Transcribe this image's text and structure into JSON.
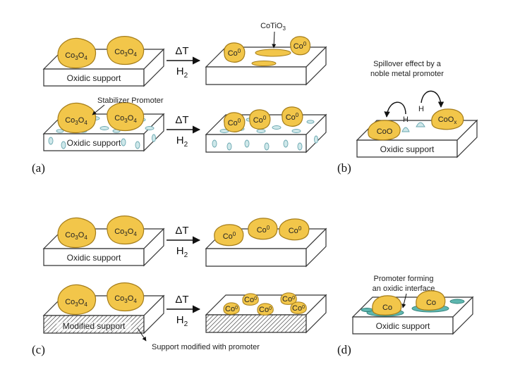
{
  "colors": {
    "particle_fill": "#f2c64a",
    "particle_stroke": "#a57d1a",
    "promoter_fill": "#cfe8ea",
    "promoter_stroke": "#6aa7b0",
    "interface_fill": "#5fb7b0",
    "support_stroke": "#333333"
  },
  "arrow": {
    "delta": "ΔT",
    "h": "H",
    "sub": "2"
  },
  "species": {
    "co3o4_main": "Co",
    "co3o4_sub1": "3",
    "co3o4_o": "O",
    "co3o4_sub2": "4",
    "co0_main": "Co",
    "co0_sup": "0",
    "coo": "CoO",
    "coox_main": "CoO",
    "coox_sub": "x",
    "co": "Co",
    "hydrogen": "H"
  },
  "labels": {
    "oxidic_support": "Oxidic support",
    "modified_support": "Modified support",
    "cotio3_main": "CoTiO",
    "cotio3_sub": "3",
    "stabilizer": "Stabilizer Promoter",
    "spillover_line1": "Spillover effect by a",
    "spillover_line2": "noble metal promoter",
    "support_modified": "Support modified with promoter",
    "interface_line1": "Promoter forming",
    "interface_line2": "an oxidic interface"
  },
  "panels": {
    "a": "(a)",
    "b": "(b)",
    "c": "(c)",
    "d": "(d)"
  }
}
